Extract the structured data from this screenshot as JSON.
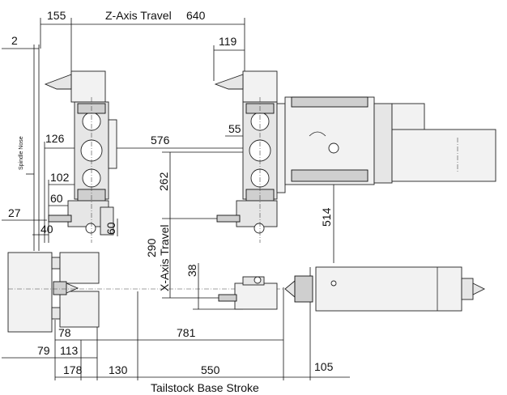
{
  "dimensions": {
    "z_travel_label": "Z-Axis Travel",
    "z_travel": "640",
    "d155": "155",
    "d119": "119",
    "d2": "2",
    "spindle_nose": "Spindle Nose",
    "d126": "126",
    "d576": "576",
    "d55": "55",
    "d262": "262",
    "d102": "102",
    "d60a": "60",
    "d27": "27",
    "d40": "40",
    "d60b": "60",
    "d290": "290",
    "x_travel_label": "X-Axis Travel",
    "d514": "514",
    "d38": "38",
    "d78": "78",
    "d781": "781",
    "d79": "79",
    "d113": "113",
    "d178": "178",
    "d130": "130",
    "d550": "550",
    "d105": "105",
    "tailstock_label": "Tailstock Base Stroke"
  }
}
